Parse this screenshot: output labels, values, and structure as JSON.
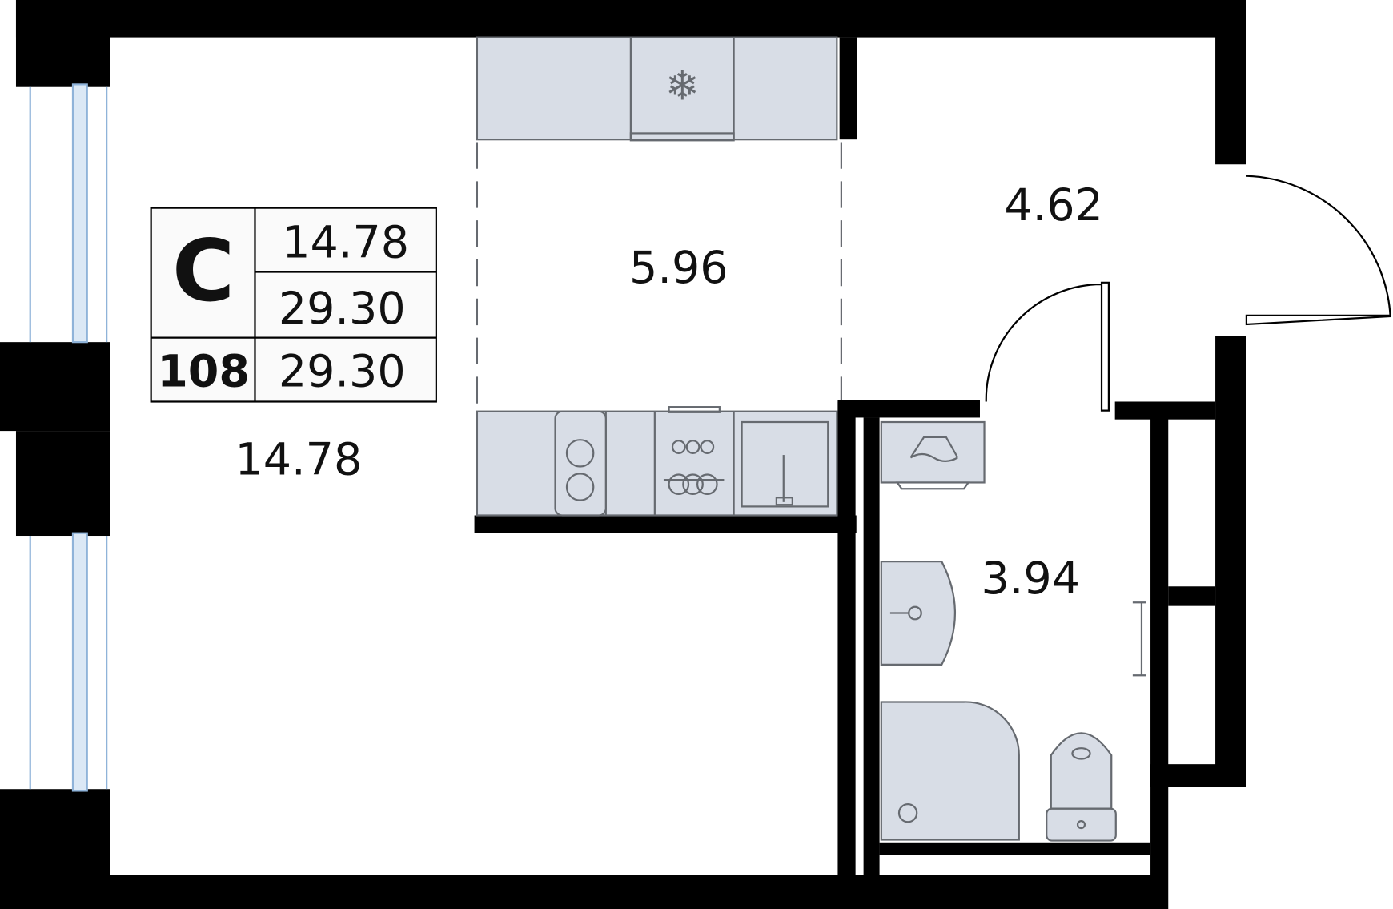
{
  "plan": {
    "rooms": [
      {
        "name": "living-room",
        "area": "14.78"
      },
      {
        "name": "kitchen",
        "area": "5.96"
      },
      {
        "name": "hallway",
        "area": "4.62"
      },
      {
        "name": "bathroom",
        "area": "3.94"
      }
    ],
    "legend": {
      "type": "C",
      "number": "108",
      "living_area": "14.78",
      "total_area": "29.30",
      "total_area_2": "29.30"
    },
    "colors": {
      "wall": "#000000",
      "furniture": "#d8dde6",
      "window": "#8fb3d9"
    }
  }
}
